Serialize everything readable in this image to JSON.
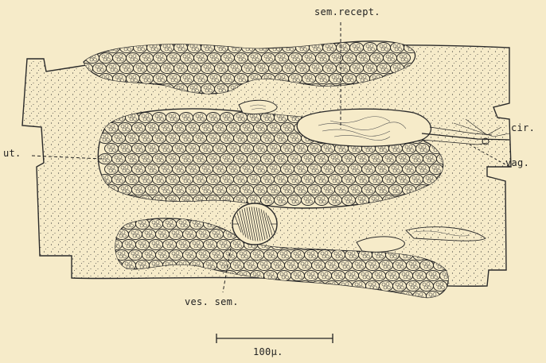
{
  "figure": {
    "labels": {
      "sem_recept": "sem.recept.",
      "cir": "cir.",
      "vag": "vag.",
      "ut": "ut.",
      "ves_sem": "ves. sem.",
      "scale": "100μ."
    }
  }
}
